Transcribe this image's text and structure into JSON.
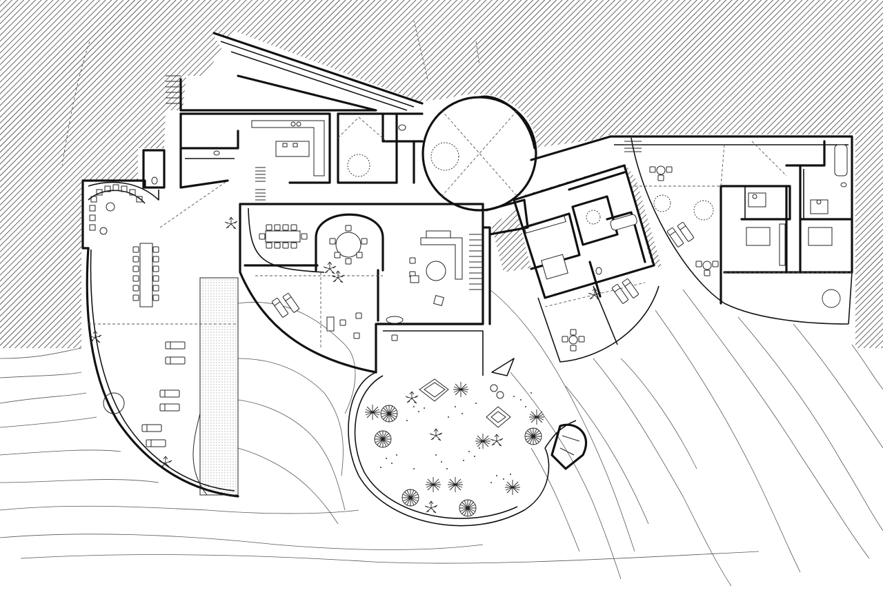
{
  "drawing": {
    "type": "architectural site floor plan",
    "colors": {
      "background": "#ffffff",
      "ink": "#111111",
      "hatch": "#222222"
    },
    "elements": {
      "hatched_terrain": "diagonal-hatch",
      "contour_lines": 14,
      "pool_cells": "pool-tiles"
    },
    "icons": [
      "tree-icon",
      "palm-icon",
      "dining-table-icon",
      "bed-icon",
      "sun-lounger-icon",
      "sofa-icon",
      "bathtub-icon",
      "shower-icon",
      "toilet-icon",
      "stair-icon"
    ]
  }
}
